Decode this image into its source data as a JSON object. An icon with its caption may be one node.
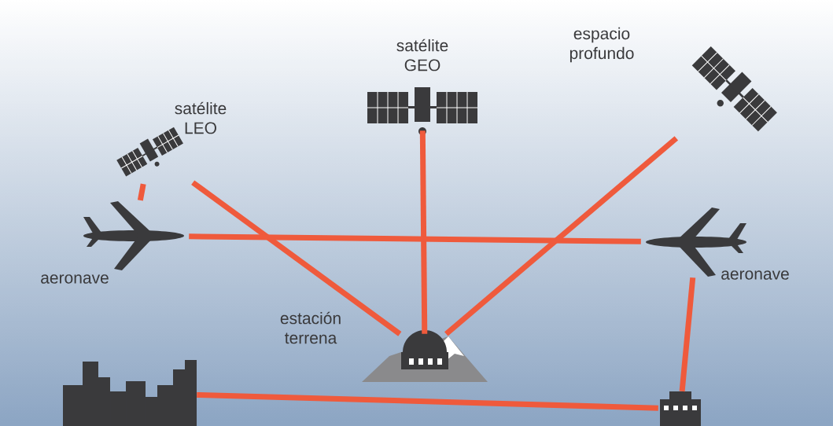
{
  "diagram": {
    "nodes": [
      {
        "text": [],
        "shape": "picture",
        "beside": [
          "satélite LEO"
        ]
      },
      {
        "text": [],
        "shape": "picture",
        "beside": [
          "satélite GEO"
        ]
      },
      {
        "text": [],
        "shape": "picture",
        "beside": [
          "espacio profundo"
        ]
      },
      {
        "text": [],
        "shape": "picture",
        "beside": [
          "aeronave"
        ]
      },
      {
        "text": [],
        "shape": "picture",
        "beside": [
          "aeronave"
        ]
      },
      {
        "text": [],
        "shape": "picture",
        "beside": [
          "estación terrena"
        ]
      },
      {
        "text": [],
        "shape": "picture"
      },
      {
        "text": [],
        "shape": "picture"
      }
    ],
    "edges": [
      {
        "from": 0,
        "to": 3,
        "arrow": "none"
      },
      {
        "from": 0,
        "to": 5,
        "arrow": "none"
      },
      {
        "from": 1,
        "to": 5,
        "arrow": "none"
      },
      {
        "from": 2,
        "to": 5,
        "arrow": "none"
      },
      {
        "from": 3,
        "to": 4,
        "arrow": "none"
      },
      {
        "from": 4,
        "to": 7,
        "arrow": "none"
      },
      {
        "from": 6,
        "to": 7,
        "arrow": "none"
      }
    ]
  }
}
